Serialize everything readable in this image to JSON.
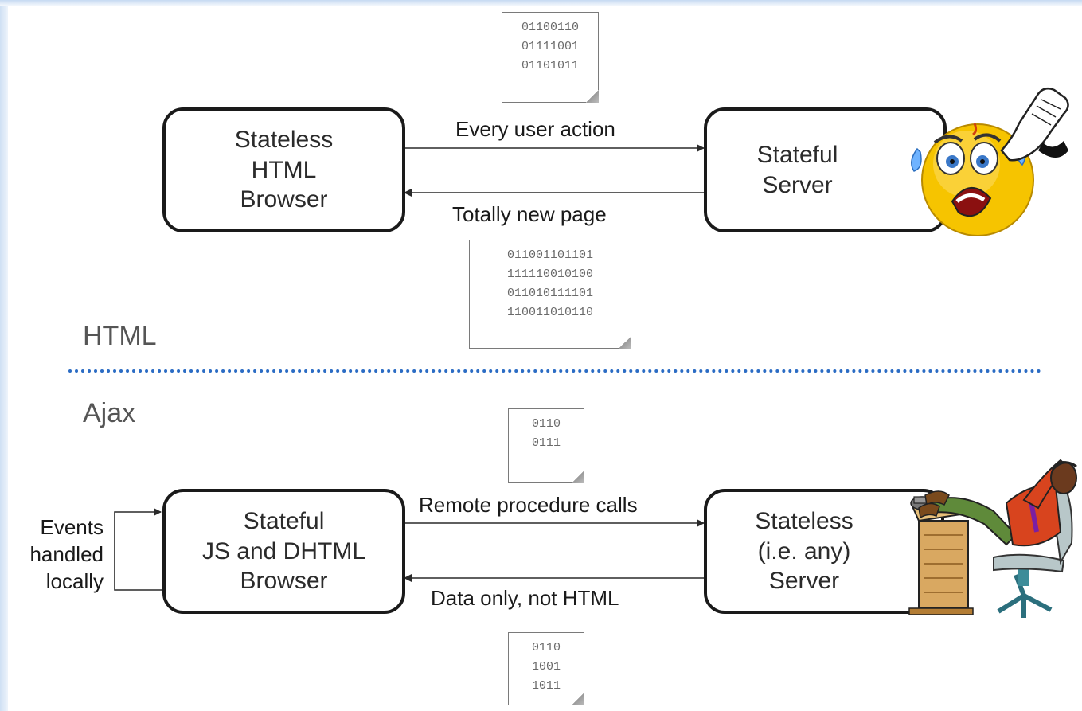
{
  "html_section": {
    "section_label": "HTML",
    "client_box": {
      "lines": [
        "Stateless",
        "HTML",
        "Browser"
      ]
    },
    "server_box": {
      "lines": [
        "Stateful",
        "Server"
      ]
    },
    "request_label": "Every user action",
    "response_label": "Totally new page",
    "request_doc": {
      "lines": [
        "01100110",
        "01111001",
        "01101011"
      ]
    },
    "response_doc": {
      "lines": [
        "011001101101",
        "111110010100",
        "011010111101",
        "110011010110"
      ]
    },
    "server_mood_icon": "stressed-face-icon"
  },
  "ajax_section": {
    "section_label": "Ajax",
    "client_box": {
      "lines": [
        "Stateful",
        "JS and DHTML",
        "Browser"
      ]
    },
    "server_box": {
      "lines": [
        "Stateless",
        "(i.e. any)",
        "Server"
      ]
    },
    "request_label": "Remote procedure calls",
    "response_label": "Data only, not HTML",
    "loop_label": {
      "lines": [
        "Events",
        "handled",
        "locally"
      ]
    },
    "request_doc": {
      "lines": [
        "0110",
        "0111"
      ]
    },
    "response_doc": {
      "lines": [
        "0110",
        "1001",
        "1011"
      ]
    },
    "server_mood_icon": "relaxed-man-at-desk-icon"
  },
  "colors": {
    "divider": "#2b6cc4",
    "box_border": "#1a1a1a",
    "face": "#f6c400"
  }
}
